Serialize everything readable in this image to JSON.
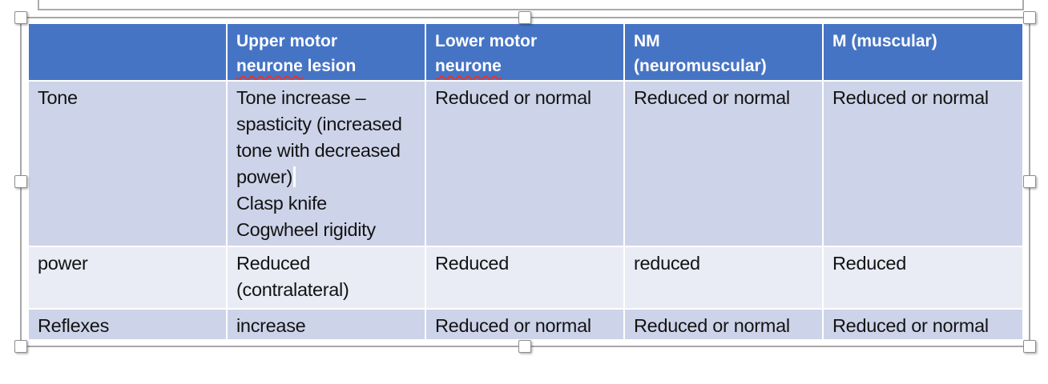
{
  "app_context": "presentation-slide-table-editor",
  "colors": {
    "header_bg": "#4674c5",
    "header_text": "#ffffff",
    "band_dark": "#cdd4e9",
    "band_light": "#e9ebf5",
    "cell_divider": "#ffffff",
    "body_text": "#131313",
    "spellcheck_red": "#e5342a",
    "selection_frame_gray": "#a7a7a7",
    "handle_fill": "#ffffff"
  },
  "table": {
    "header": {
      "blank": "",
      "umn": {
        "line1": "Upper motor",
        "wavy": "neurone",
        "rest": " lesion"
      },
      "lmn": {
        "line1": "Lower motor",
        "wavy": "neurone",
        "rest": ""
      },
      "nm": {
        "line1": "NM",
        "line2": "(neuromuscular)"
      },
      "m": {
        "line1": "M (muscular)"
      }
    },
    "rows": [
      {
        "label": "Tone",
        "umn_before_caret": "Tone increase –\nspasticity (increased\ntone with decreased\npower)",
        "umn_after_caret": "\nClasp knife\nCogwheel rigidity",
        "lmn": "Reduced or normal",
        "nm": "Reduced or normal",
        "m": "Reduced or normal"
      },
      {
        "label": "power",
        "umn": "Reduced\n(contralateral)",
        "lmn": "Reduced",
        "nm": "reduced",
        "m": "Reduced"
      },
      {
        "label": "Reflexes",
        "umn": "increase",
        "lmn": "Reduced or normal",
        "nm": "Reduced or normal",
        "m": "Reduced or normal"
      }
    ]
  }
}
